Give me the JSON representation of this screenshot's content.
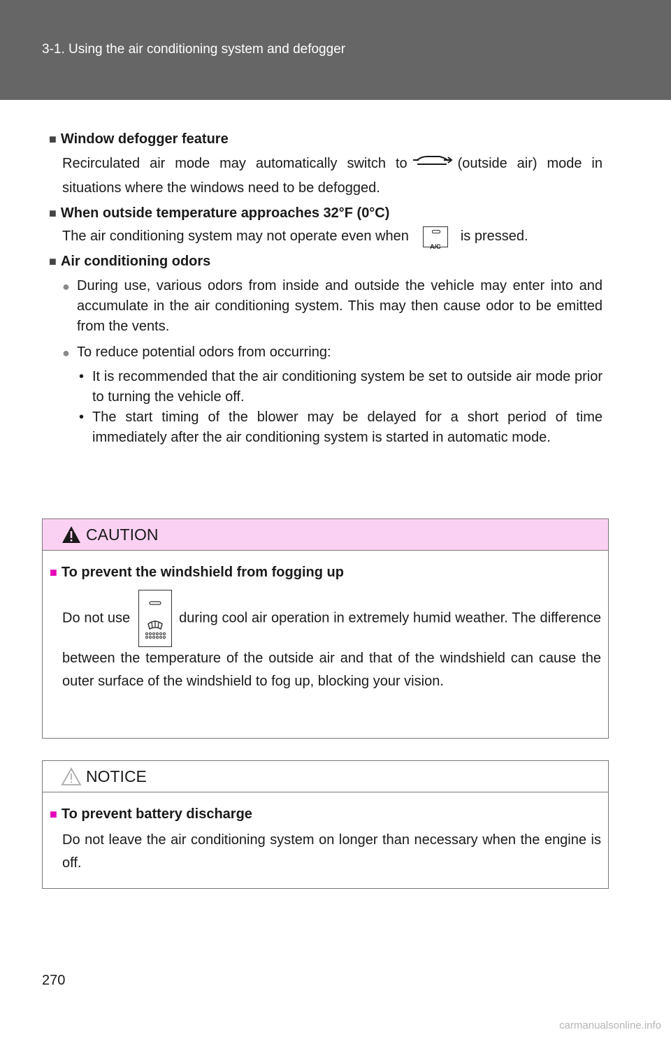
{
  "header": {
    "title": "3-1. Using the air conditioning system and defogger"
  },
  "sections": [
    {
      "heading": "Window defogger feature",
      "text_before": "Recirculated air mode may automatically switch to",
      "icon": "outside-air-icon",
      "text_after": "(outside air) mode in situations where the windows need to be defogged."
    },
    {
      "heading": "When outside temperature approaches 32°F (0°C)",
      "text_before": "The air conditioning system may not operate even when",
      "key_label": "A/C",
      "text_after": "is pressed."
    },
    {
      "heading": "Air conditioning odors",
      "bullets": [
        "During use, various odors from inside and outside the vehicle may enter into and accumulate in the air conditioning system. This may then cause odor to be emitted from the vents.",
        "To reduce potential odors from occurring:"
      ],
      "subitems": [
        "It is recommended that the air conditioning system be set to outside air mode prior to turning the vehicle off.",
        "The start timing of the blower may be delayed for a short period of time immediately after the air conditioning system is started in automatic mode."
      ]
    }
  ],
  "caution": {
    "label": "CAUTION",
    "heading": "To prevent the windshield from fogging up",
    "text_before": "Do not use",
    "icon": "windshield-defogger-icon",
    "text_after": "during cool air operation in extremely humid weather. The difference between the temperature of the outside air and that of the windshield can cause the outer surface of the windshield to fog up, blocking your vision."
  },
  "notice": {
    "label": "NOTICE",
    "heading": "To prevent battery discharge",
    "text": "Do not leave the air conditioning system on longer than necessary when the engine is off."
  },
  "page_number": "270",
  "watermark": "carmanualsonline.info",
  "colors": {
    "header_bg": "#666666",
    "caution_bar": "#fbd1f3",
    "caution_accent": "#e600b8"
  }
}
